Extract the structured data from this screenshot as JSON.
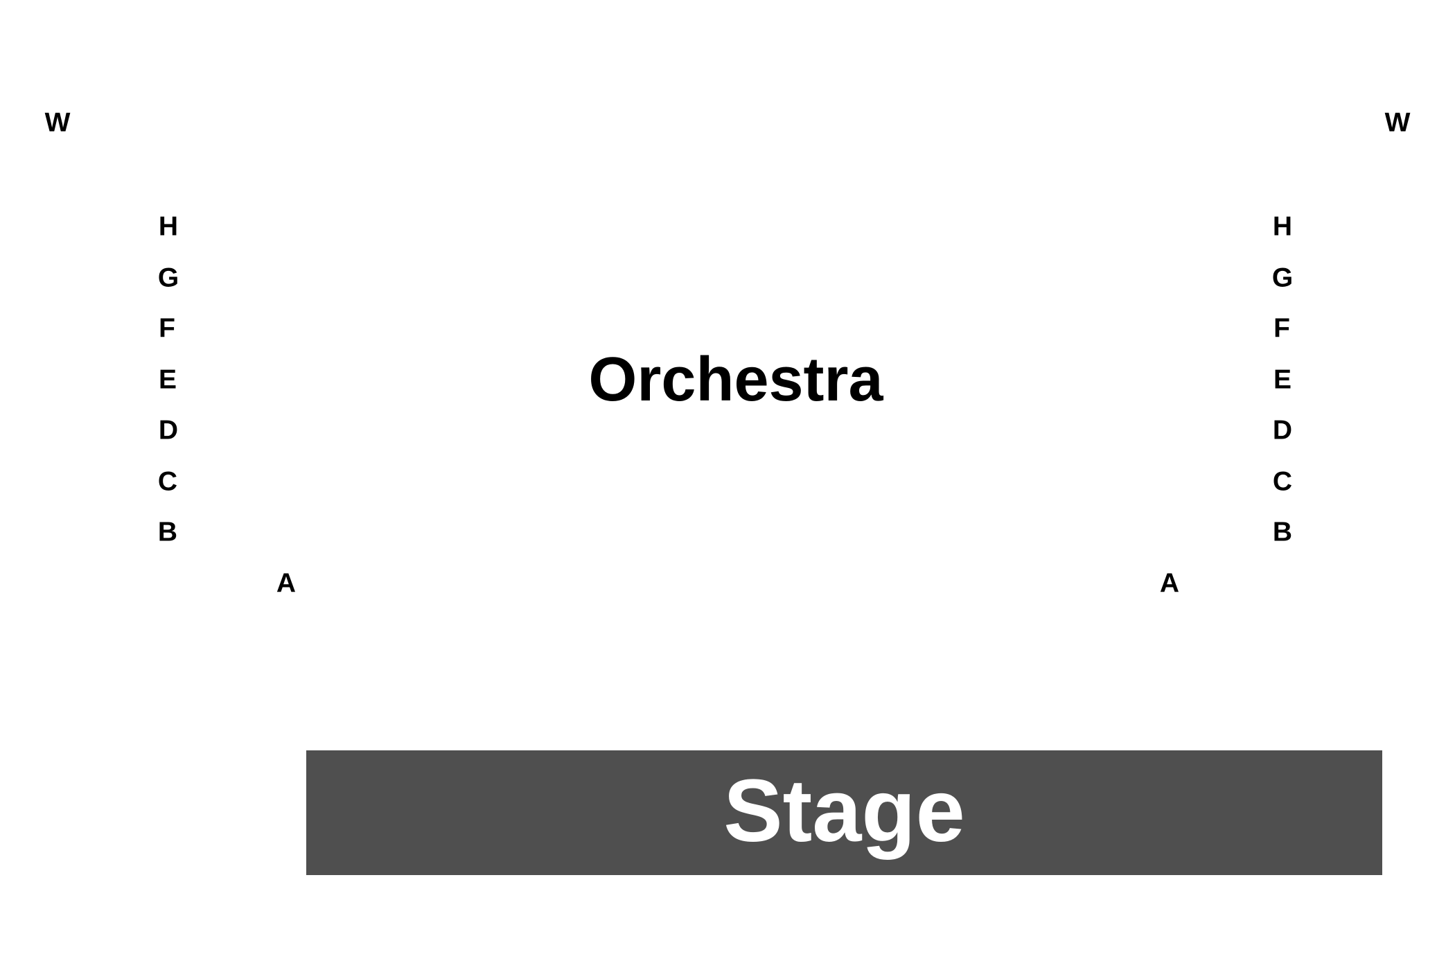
{
  "section": {
    "name": "Orchestra"
  },
  "stage": {
    "label": "Stage",
    "color": "#4f4f4f",
    "text_color": "#ffffff"
  },
  "rows": {
    "left": [
      "W",
      "H",
      "G",
      "F",
      "E",
      "D",
      "C",
      "B",
      "A"
    ],
    "right": [
      "W",
      "H",
      "G",
      "F",
      "E",
      "D",
      "C",
      "B",
      "A"
    ]
  }
}
